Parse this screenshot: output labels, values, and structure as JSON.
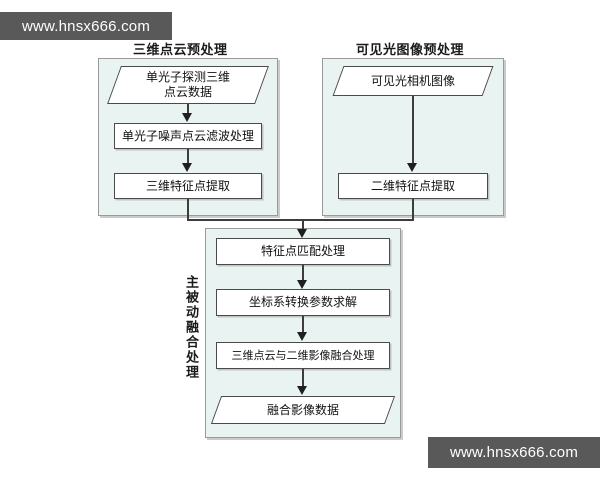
{
  "watermarks": {
    "top": "www.hnsx666.com",
    "bottom": "www.hnsx666.com"
  },
  "diagram": {
    "type": "flowchart",
    "groups": [
      {
        "id": "left",
        "title": "三维点云预处理",
        "title_orientation": "horizontal",
        "nodes": [
          {
            "id": "l1",
            "shape": "parallelogram",
            "label": "单光子探测三维\n点云数据"
          },
          {
            "id": "l2",
            "shape": "rectangle",
            "label": "单光子噪声点云滤波处理"
          },
          {
            "id": "l3",
            "shape": "rectangle",
            "label": "三维特征点提取"
          }
        ]
      },
      {
        "id": "right",
        "title": "可见光图像预处理",
        "title_orientation": "horizontal",
        "nodes": [
          {
            "id": "r1",
            "shape": "parallelogram",
            "label": "可见光相机图像"
          },
          {
            "id": "r2",
            "shape": "rectangle",
            "label": "二维特征点提取"
          }
        ]
      },
      {
        "id": "bottom",
        "title": "主被动融合处理",
        "title_orientation": "vertical",
        "nodes": [
          {
            "id": "b1",
            "shape": "rectangle",
            "label": "特征点匹配处理"
          },
          {
            "id": "b2",
            "shape": "rectangle",
            "label": "坐标系转换参数求解"
          },
          {
            "id": "b3",
            "shape": "rectangle",
            "label": "三维点云与二维影像融合处理"
          },
          {
            "id": "b4",
            "shape": "parallelogram",
            "label": "融合影像数据"
          }
        ]
      }
    ],
    "edges": [
      {
        "from": "l1",
        "to": "l2"
      },
      {
        "from": "l2",
        "to": "l3"
      },
      {
        "from": "r1",
        "to": "r2"
      },
      {
        "from": "l3",
        "to": "b1"
      },
      {
        "from": "r2",
        "to": "b1"
      },
      {
        "from": "b1",
        "to": "b2"
      },
      {
        "from": "b2",
        "to": "b3"
      },
      {
        "from": "b3",
        "to": "b4"
      }
    ]
  },
  "colors": {
    "panel_fill": "#e9f3f2",
    "panel_border": "#9a9a9a",
    "node_fill": "#ffffff",
    "node_border": "#4a4a4a",
    "connector": "#3d3d3d",
    "watermark_bg": "#595959",
    "watermark_text": "#ffffff",
    "page_bg": "#ffffff"
  }
}
